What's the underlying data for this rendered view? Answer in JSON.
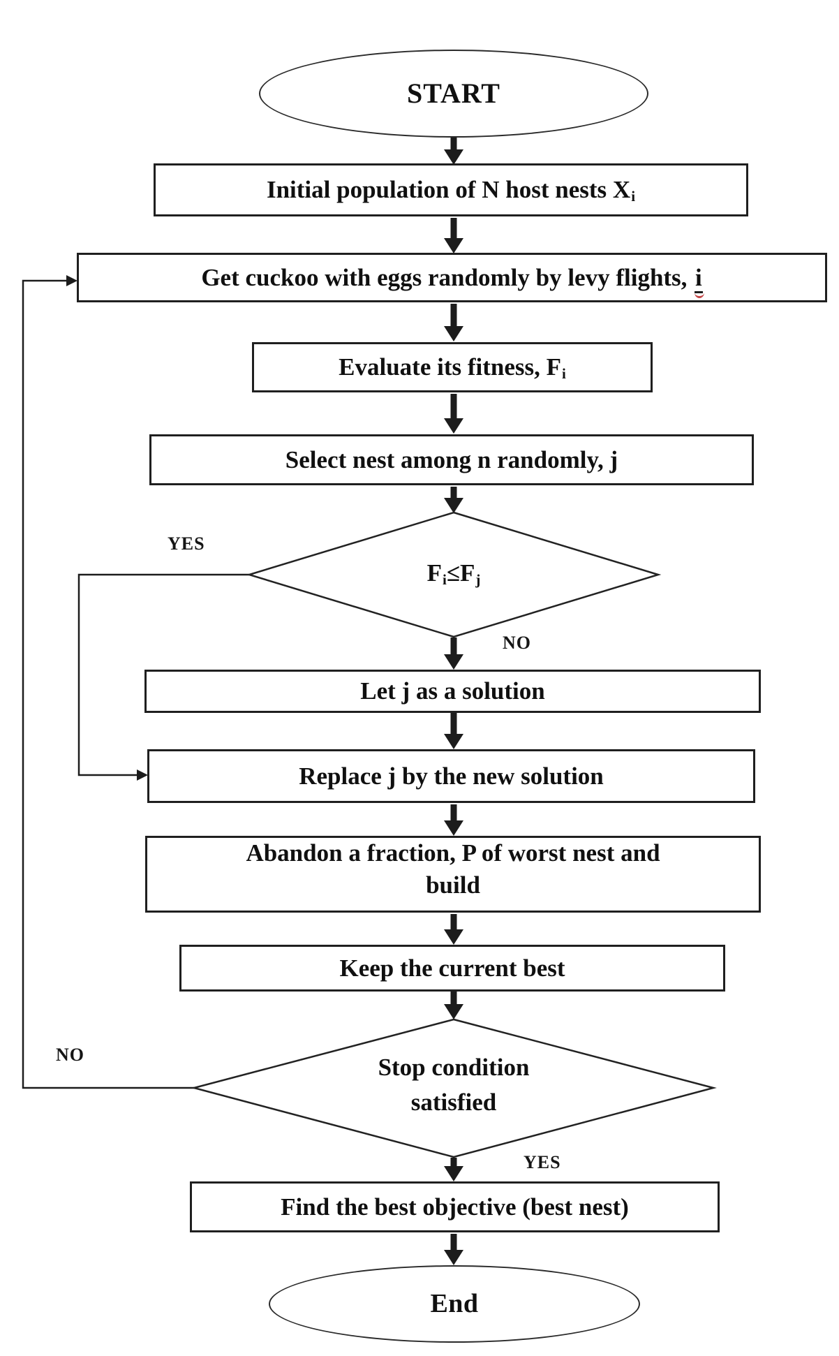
{
  "colors": {
    "background": "#ffffff",
    "stroke": "#1c1c1c",
    "text": "#101010",
    "spellcheck_underline": "#c24545"
  },
  "nodes": {
    "start": {
      "type": "terminator",
      "label": "START"
    },
    "initial_population": {
      "type": "process",
      "text": "Initial population of N host nests X",
      "sub": "i"
    },
    "get_cuckoo": {
      "type": "process",
      "text": "Get cuckoo with eggs randomly by levy flights,",
      "trail": "i"
    },
    "evaluate_fitness": {
      "type": "process",
      "text": "Evaluate its fitness, F",
      "sub": "i"
    },
    "select_nest": {
      "type": "process",
      "text": "Select nest among n randomly, j"
    },
    "fitness_compare": {
      "type": "decision",
      "f1": "F",
      "sub1": "i",
      "operator": "≤",
      "f2": "F",
      "sub2": "j"
    },
    "let_j_solution": {
      "type": "process",
      "text": "Let j as a solution"
    },
    "replace_j": {
      "type": "process",
      "text": "Replace j by the new solution"
    },
    "abandon_fraction": {
      "type": "process",
      "line1": "Abandon a fraction, P of worst nest and",
      "line2": "build"
    },
    "keep_best": {
      "type": "process",
      "text": "Keep the current best"
    },
    "stop_condition": {
      "type": "decision",
      "line1": "Stop condition",
      "line2": "satisfied"
    },
    "find_best": {
      "type": "process",
      "text": "Find the best objective (best nest)"
    },
    "end": {
      "type": "terminator",
      "label": "End"
    }
  },
  "edge_labels": {
    "fitness_yes": "YES",
    "fitness_no": "NO",
    "stop_no": "NO",
    "stop_yes": "YES"
  }
}
